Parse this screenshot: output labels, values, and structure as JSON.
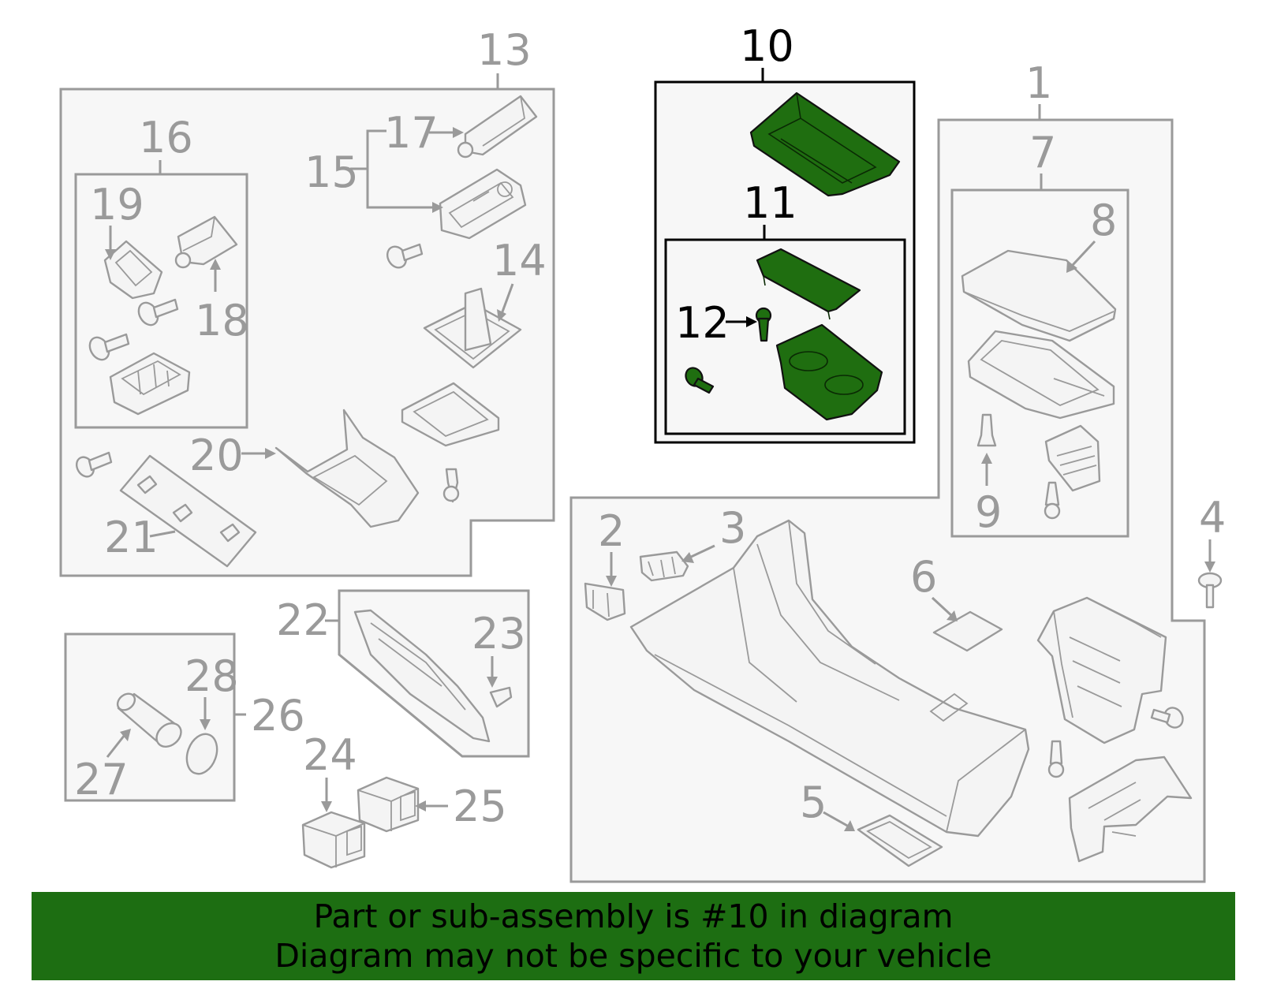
{
  "colors": {
    "highlight": "#1f6e10",
    "banner": "#1d6e12",
    "line": "#9a9a9a",
    "box_fill": "#f7f7f7"
  },
  "callouts": {
    "c1": "1",
    "c2": "2",
    "c3": "3",
    "c4": "4",
    "c5": "5",
    "c6": "6",
    "c7": "7",
    "c8": "8",
    "c9": "9",
    "c10": "10",
    "c11": "11",
    "c12": "12",
    "c13": "13",
    "c14": "14",
    "c15": "15",
    "c16": "16",
    "c17": "17",
    "c18": "18",
    "c19": "19",
    "c20": "20",
    "c21": "21",
    "c22": "22",
    "c23": "23",
    "c24": "24",
    "c25": "25",
    "c26": "26",
    "c27": "27",
    "c28": "28"
  },
  "highlighted_part": "10",
  "banner": {
    "line1": "Part or sub-assembly is #10 in diagram",
    "line2": "Diagram may not be specific to your vehicle"
  }
}
